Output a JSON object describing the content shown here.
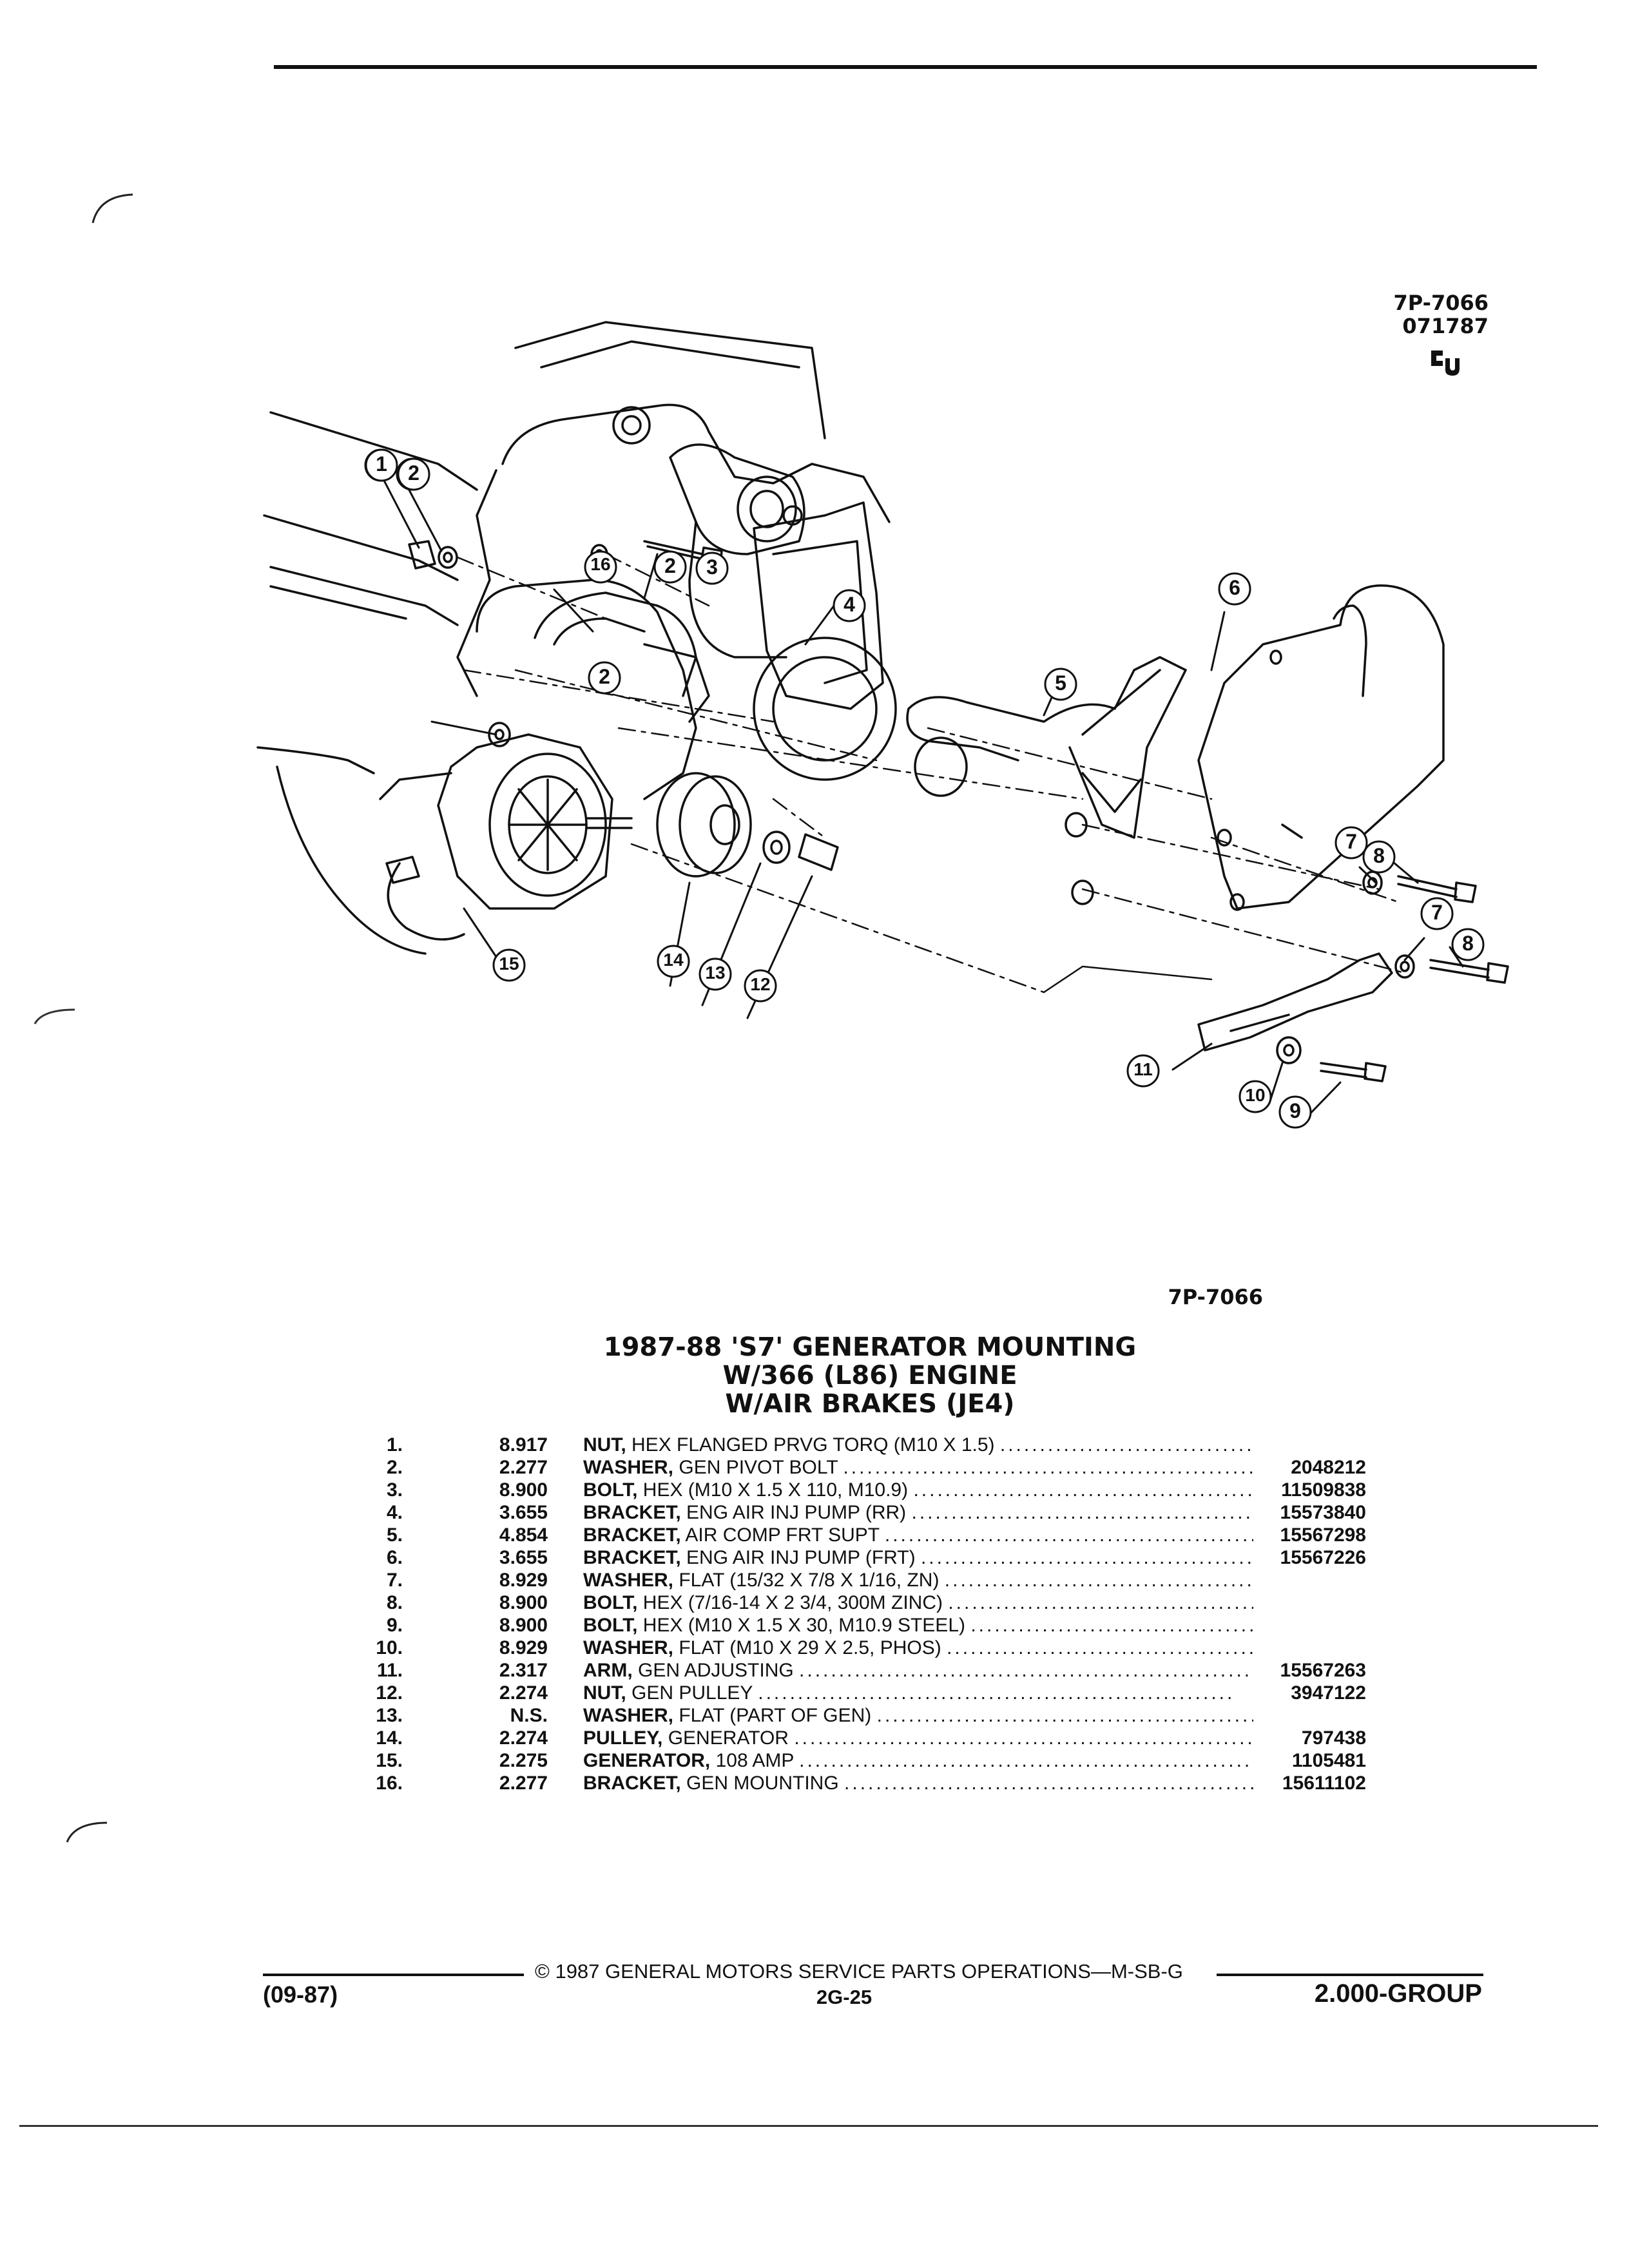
{
  "header": {
    "ref_code": "7P-7066",
    "ref_date": "071787"
  },
  "figure": {
    "code": "7P-7066",
    "callouts": [
      "1",
      "2",
      "2",
      "3",
      "16",
      "4",
      "5",
      "6",
      "2",
      "7",
      "8",
      "7",
      "8",
      "15",
      "14",
      "13",
      "12",
      "11",
      "10",
      "9"
    ]
  },
  "title": {
    "line1": "1987-88 'S7' GENERATOR MOUNTING",
    "line2": "W/366 (L86) ENGINE",
    "line3": "W/AIR BRAKES (JE4)"
  },
  "parts": [
    {
      "index": "1.",
      "group": "8.917",
      "name": "NUT,",
      "spec": "HEX FLANGED PRVG TORQ (M10 X 1.5)",
      "part_no": ""
    },
    {
      "index": "2.",
      "group": "2.277",
      "name": "WASHER,",
      "spec": "GEN PIVOT BOLT",
      "part_no": "2048212"
    },
    {
      "index": "3.",
      "group": "8.900",
      "name": "BOLT,",
      "spec": "HEX (M10 X 1.5 X 110, M10.9)",
      "part_no": "11509838"
    },
    {
      "index": "4.",
      "group": "3.655",
      "name": "BRACKET,",
      "spec": "ENG AIR INJ PUMP (RR)",
      "part_no": "15573840"
    },
    {
      "index": "5.",
      "group": "4.854",
      "name": "BRACKET,",
      "spec": "AIR COMP FRT SUPT",
      "part_no": "15567298"
    },
    {
      "index": "6.",
      "group": "3.655",
      "name": "BRACKET,",
      "spec": "ENG AIR INJ PUMP (FRT)",
      "part_no": "15567226"
    },
    {
      "index": "7.",
      "group": "8.929",
      "name": "WASHER,",
      "spec": "FLAT (15/32 X 7/8 X 1/16, ZN)",
      "part_no": ""
    },
    {
      "index": "8.",
      "group": "8.900",
      "name": "BOLT,",
      "spec": "HEX (7/16-14 X 2 3/4, 300M ZINC)",
      "part_no": ""
    },
    {
      "index": "9.",
      "group": "8.900",
      "name": "BOLT,",
      "spec": "HEX (M10 X 1.5 X 30, M10.9 STEEL)",
      "part_no": ""
    },
    {
      "index": "10.",
      "group": "8.929",
      "name": "WASHER,",
      "spec": "FLAT (M10 X 29 X 2.5, PHOS)",
      "part_no": ""
    },
    {
      "index": "11.",
      "group": "2.317",
      "name": "ARM,",
      "spec": "GEN ADJUSTING",
      "part_no": "15567263"
    },
    {
      "index": "12.",
      "group": "2.274",
      "name": "NUT,",
      "spec": "GEN PULLEY",
      "part_no": "3947122"
    },
    {
      "index": "13.",
      "group": "N.S.",
      "name": "WASHER,",
      "spec": "FLAT (PART OF GEN)",
      "part_no": ""
    },
    {
      "index": "14.",
      "group": "2.274",
      "name": "PULLEY,",
      "spec": "GENERATOR",
      "part_no": "797438"
    },
    {
      "index": "15.",
      "group": "2.275",
      "name": "GENERATOR,",
      "spec": "108 AMP",
      "part_no": "1105481"
    },
    {
      "index": "16.",
      "group": "2.277",
      "name": "BRACKET,",
      "spec": "GEN MOUNTING",
      "part_no": "15611102"
    }
  ],
  "footer": {
    "copyright": "© 1987 GENERAL MOTORS SERVICE PARTS OPERATIONS—M-SB-G",
    "date_code": "(09-87)",
    "page": "2G-25",
    "group": "2.000-GROUP"
  }
}
